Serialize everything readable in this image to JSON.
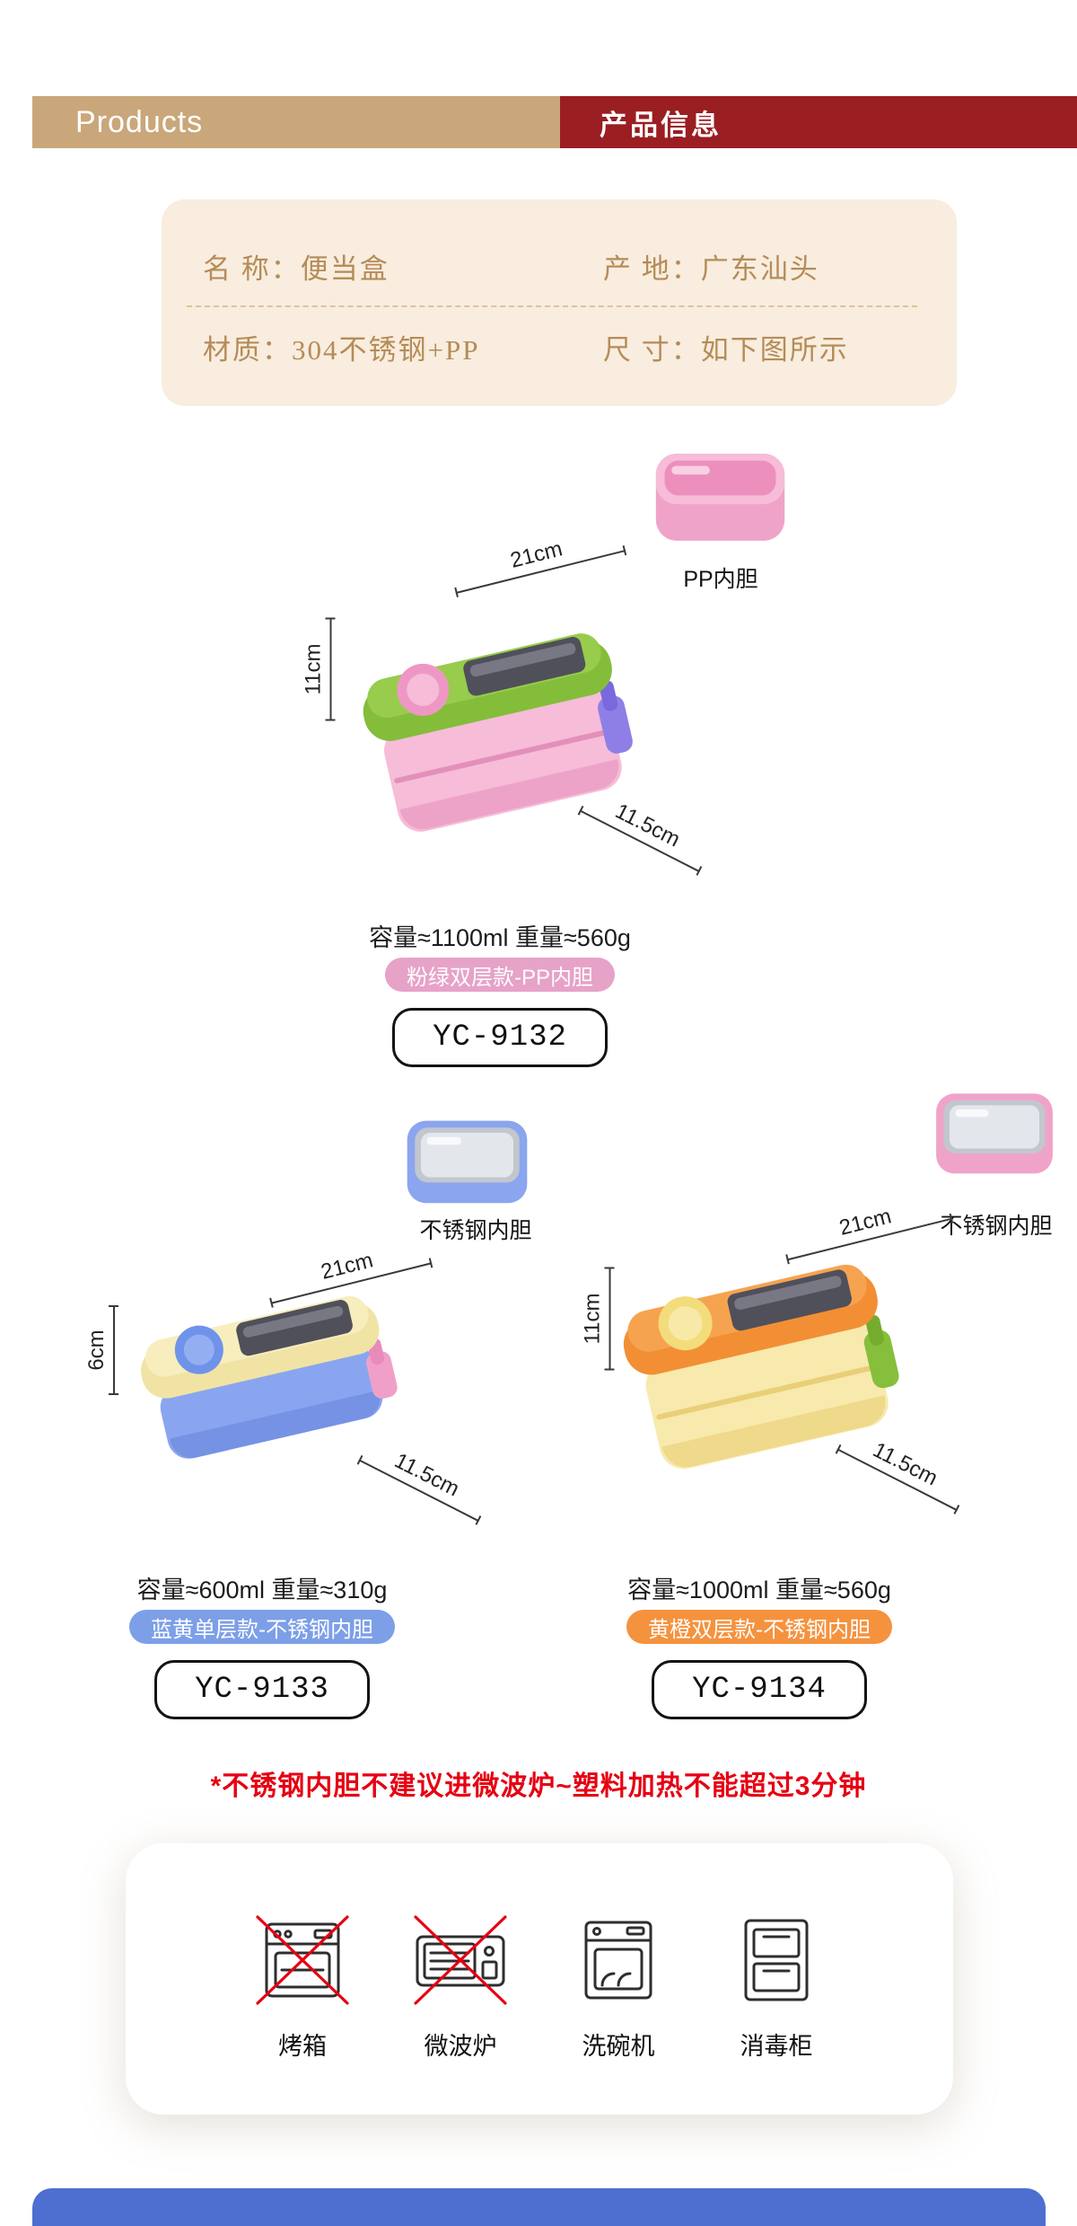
{
  "header": {
    "left_label": "Products",
    "right_label": "产品信息",
    "left_bg": "#c9a77a",
    "right_bg": "#9a1e22"
  },
  "info_panel": {
    "bg": "#f8edde",
    "fields": [
      {
        "label": "名 称：",
        "value": "便当盒"
      },
      {
        "label": "产 地：",
        "value": "广东汕头"
      },
      {
        "label": "材质：",
        "value": "304不锈钢+PP"
      },
      {
        "label": "尺 寸：",
        "value": "如下图所示"
      }
    ]
  },
  "products": [
    {
      "model": "YC-9132",
      "badge": "粉绿双层款-PP内胆",
      "badge_color": "#e7a2c8",
      "specs": "容量≈1100ml 重量≈560g",
      "liner_label": "PP内胆",
      "dims": {
        "length": "21cm",
        "height": "11cm",
        "depth": "11.5cm"
      }
    },
    {
      "model": "YC-9133",
      "badge": "蓝黄单层款-不锈钢内胆",
      "badge_color": "#7d9fe8",
      "specs": "容量≈600ml 重量≈310g",
      "liner_label": "不锈钢内胆",
      "dims": {
        "length": "21cm",
        "height": "6cm",
        "depth": "11.5cm"
      }
    },
    {
      "model": "YC-9134",
      "badge": "黄橙双层款-不锈钢内胆",
      "badge_color": "#f5923e",
      "specs": "容量≈1000ml 重量≈560g",
      "liner_label": "不锈钢内胆",
      "dims": {
        "length": "21cm",
        "height": "11cm",
        "depth": "11.5cm"
      }
    }
  ],
  "warning": {
    "text": "*不锈钢内胆不建议进微波炉~塑料加热不能超过3分钟",
    "color": "#e60012"
  },
  "appliances": [
    {
      "label": "烤箱",
      "allowed": false
    },
    {
      "label": "微波炉",
      "allowed": false
    },
    {
      "label": "洗碗机",
      "allowed": true
    },
    {
      "label": "消毒柜",
      "allowed": true
    }
  ],
  "footer": {
    "bar_color": "#4e6ed0"
  }
}
